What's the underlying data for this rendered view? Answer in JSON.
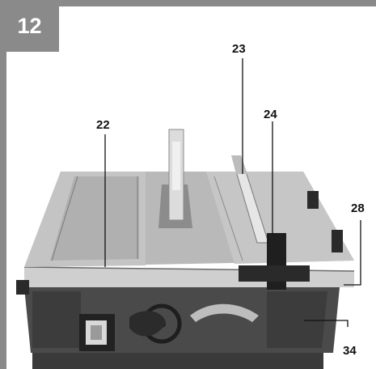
{
  "figure": {
    "number": "12",
    "callouts": {
      "c22": "22",
      "c23": "23",
      "c24": "24",
      "c28": "28",
      "c34": "34"
    }
  }
}
